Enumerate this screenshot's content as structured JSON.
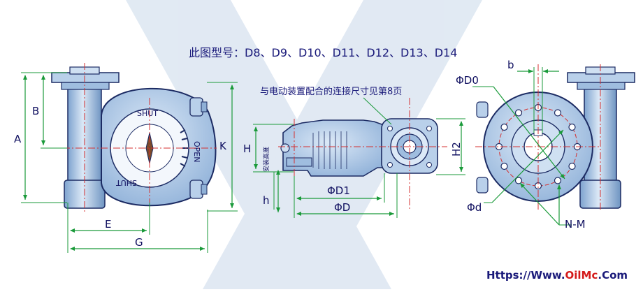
{
  "header": {
    "models_text": "此图型号：D8、D9、D10、D11、D12、D13、D14"
  },
  "notes": {
    "connection_note": "与电动装置配合的连接尺寸见第8页"
  },
  "left_view": {
    "dial_shut_top": "SHUT",
    "dial_shut_bottom": "SHUT",
    "dial_open": "OPEN",
    "dims": {
      "A": "A",
      "B": "B",
      "E": "E",
      "G": "G",
      "K": "K"
    }
  },
  "middle_view": {
    "dims": {
      "H": "H",
      "H2": "H2",
      "h": "h",
      "D1": "ΦD1",
      "D": "ΦD"
    },
    "install_height_label": "安装高度"
  },
  "right_view": {
    "dims": {
      "D0": "ΦD0",
      "b": "b",
      "d": "Φd",
      "NM": "N-M"
    }
  },
  "footer": {
    "site_prefix": "Https://Www.",
    "site_brand": "OilMc",
    "site_suffix": ".Com"
  },
  "colors": {
    "body_blue": "#a9c6e6",
    "outline": "#1c2b63",
    "dim_green": "#1a9a3a",
    "center_red": "#d43030",
    "text_navy": "#1a1a7a",
    "watermark": "#c9d8ea"
  }
}
